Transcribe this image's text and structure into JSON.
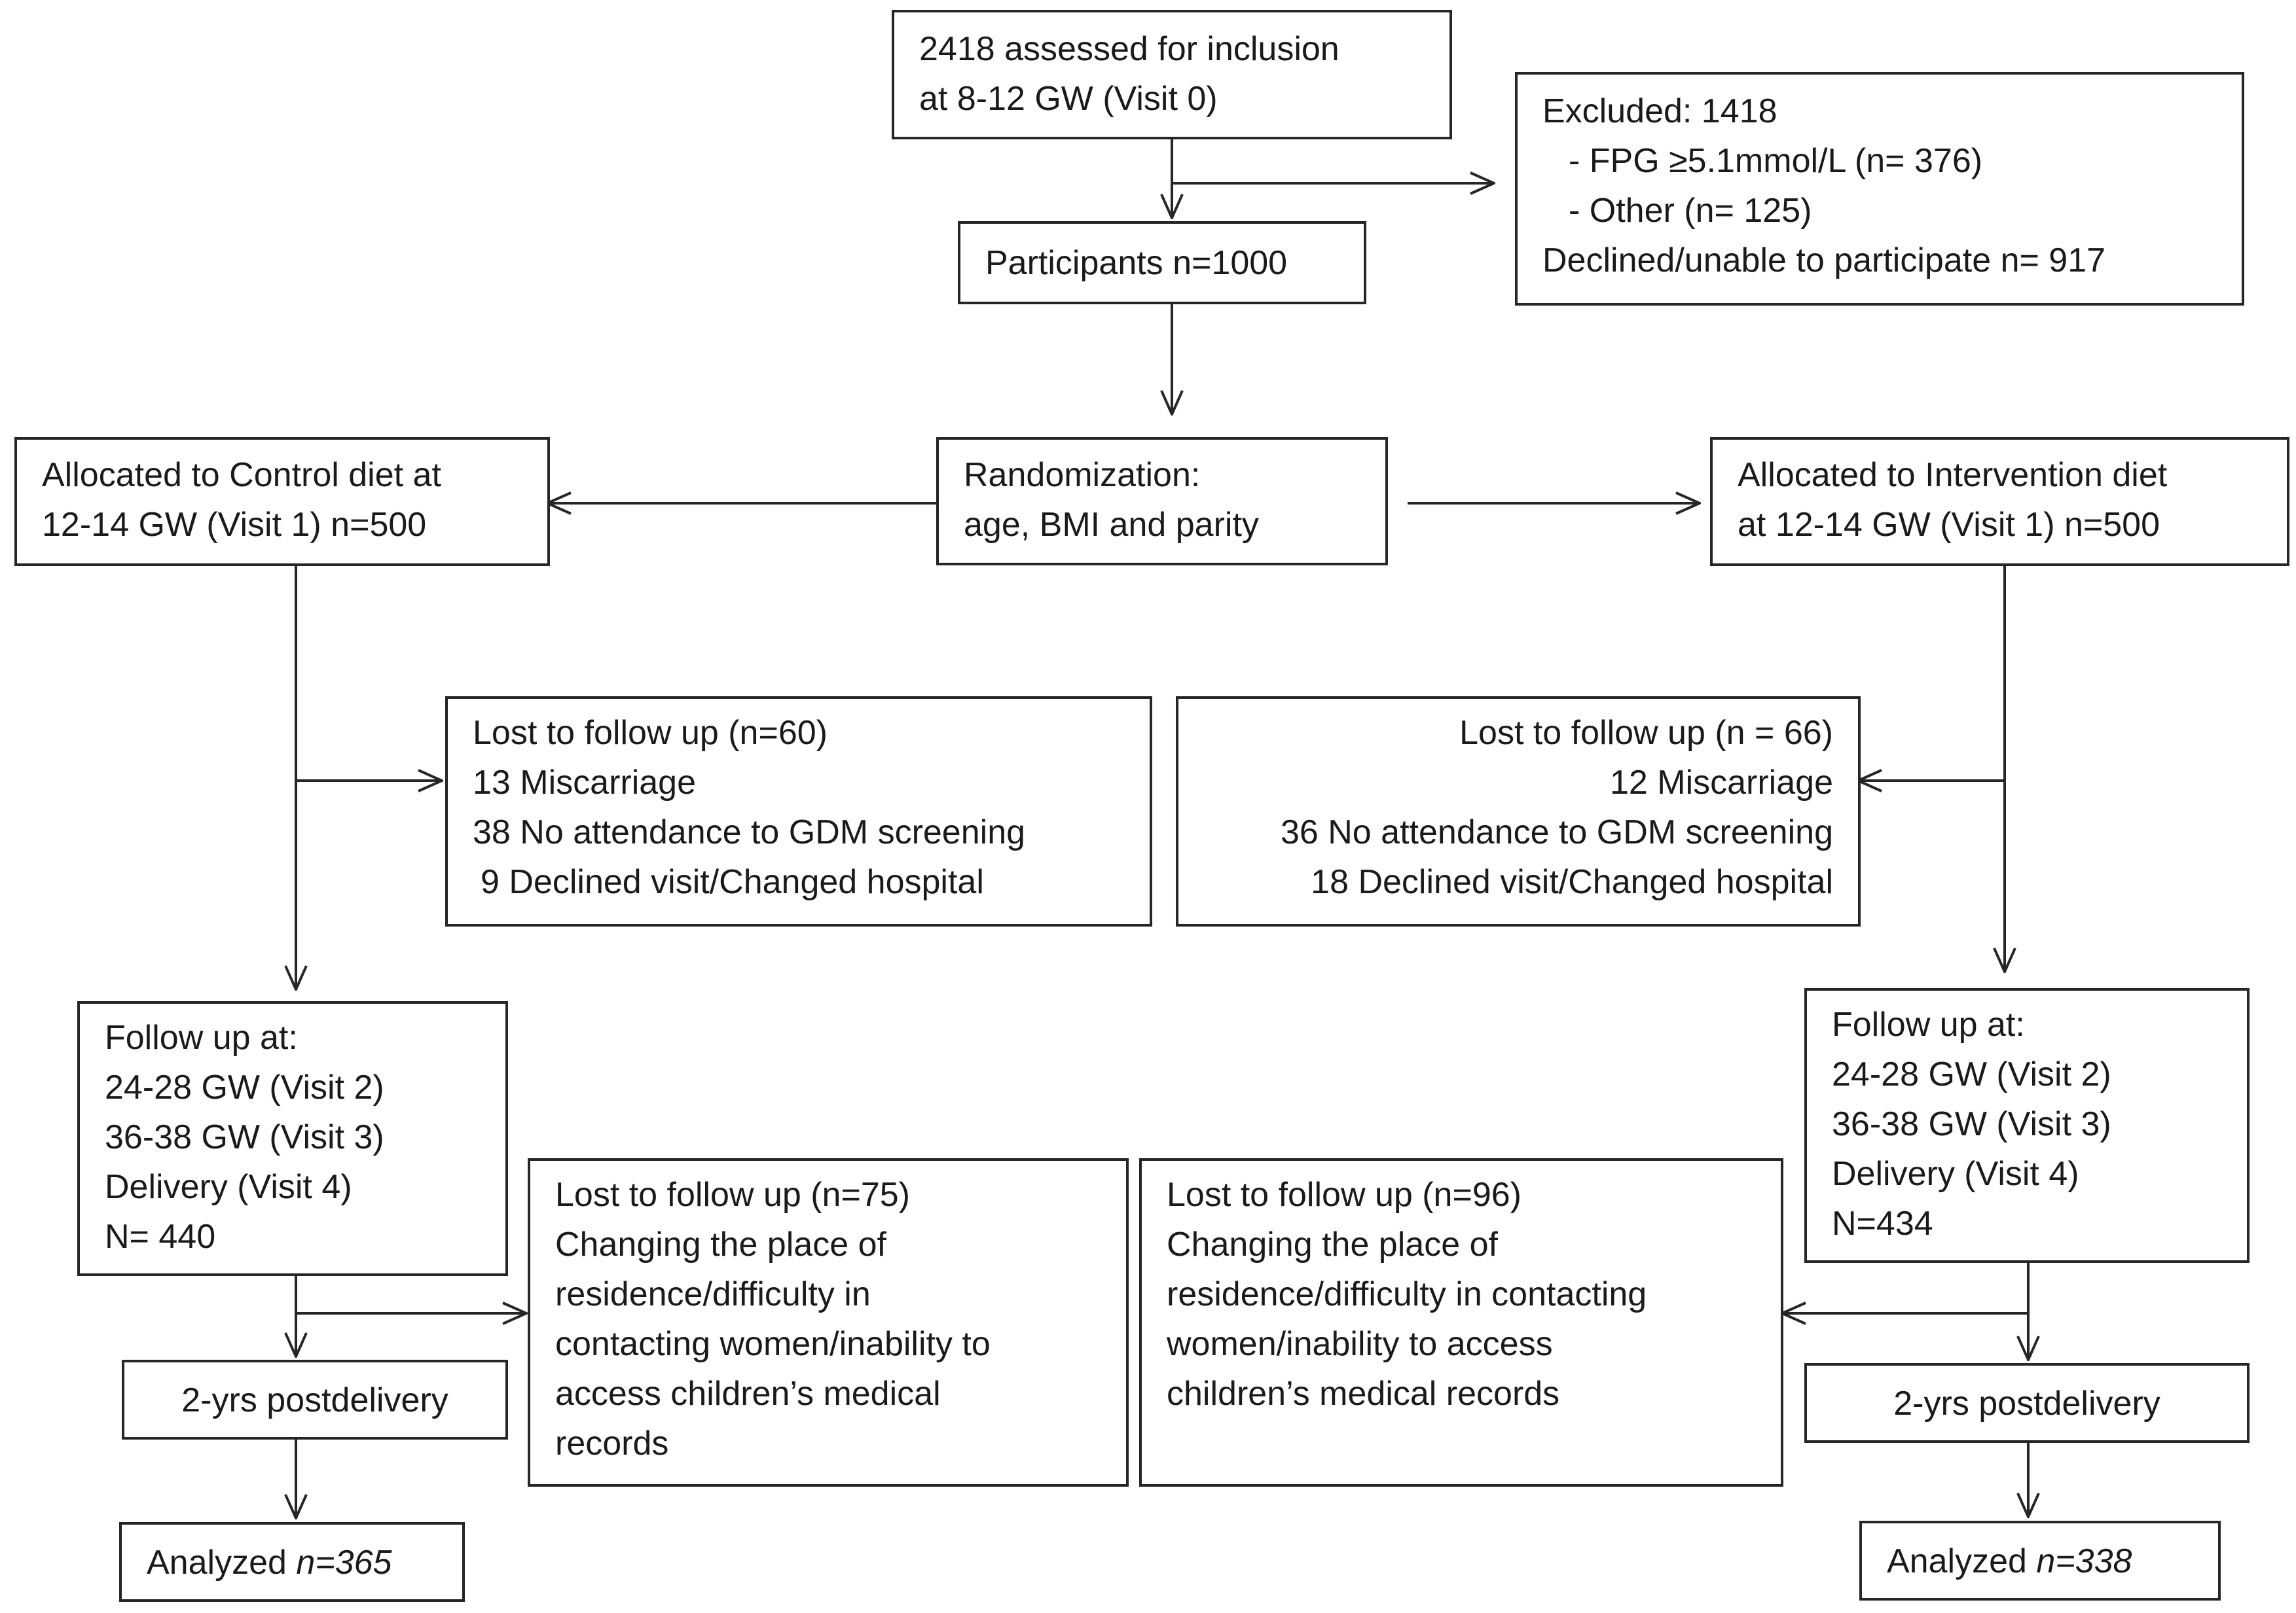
{
  "assessed": {
    "line1": "2418 assessed for inclusion",
    "line2": "at 8-12 GW (Visit 0)"
  },
  "excluded": {
    "line1": "Excluded: 1418",
    "line2": "- FPG ≥5.1mmol/L (n= 376)",
    "line3": "- Other (n= 125)",
    "line4": "Declined/unable to participate n= 917"
  },
  "participants": {
    "label": "Participants n=1000"
  },
  "randomization": {
    "line1": "Randomization:",
    "line2": "age, BMI and parity"
  },
  "control_alloc": {
    "line1": "Allocated to Control  diet  at",
    "line2": "12-14 GW (Visit 1) n=500"
  },
  "intervention_alloc": {
    "line1": "Allocated to Intervention diet",
    "line2": "at 12-14 GW (Visit 1) n=500"
  },
  "lost_control_1": {
    "line1": "Lost  to follow up (n=60)",
    "line2": "13 Miscarriage",
    "line3": "38 No attendance to GDM screening",
    "line4": "9 Declined visit/Changed hospital"
  },
  "lost_intervention_1": {
    "line1": "Lost  to follow up (n = 66)",
    "line2": "12 Miscarriage",
    "line3": "36 No attendance to GDM screening",
    "line4": "18 Declined visit/Changed hospital"
  },
  "followup_control": {
    "line1": "Follow up at:",
    "line2": "24-28 GW  (Visit 2)",
    "line3": "36-38 GW (Visit 3)",
    "line4": "Delivery (Visit 4)",
    "line5": "N= 440"
  },
  "followup_intervention": {
    "line1": "Follow up at:",
    "line2": "24-28 GW  (Visit 2)",
    "line3": "36-38 GW (Visit 3)",
    "line4": "Delivery (Visit 4)",
    "line5": "N=434"
  },
  "lost_control_2": {
    "line1": "Lost  to follow up (n=75)",
    "line2": "Changing the place of",
    "line3": "residence/difficulty in",
    "line4": "contacting women/inability to",
    "line5": "access children’s medical",
    "line6": "records"
  },
  "lost_intervention_2": {
    "line1": "Lost  to follow up (n=96)",
    "line2": "Changing the place of",
    "line3": "residence/difficulty in contacting",
    "line4": "women/inability to access",
    "line5": "children’s medical records"
  },
  "postdelivery_control": {
    "label": "2-yrs postdelivery"
  },
  "postdelivery_intervention": {
    "label": "2-yrs postdelivery"
  },
  "analyzed_control": {
    "prefix": "Analyzed ",
    "value": "n=365"
  },
  "analyzed_intervention": {
    "prefix": "Analyzed ",
    "value": "n=338"
  }
}
